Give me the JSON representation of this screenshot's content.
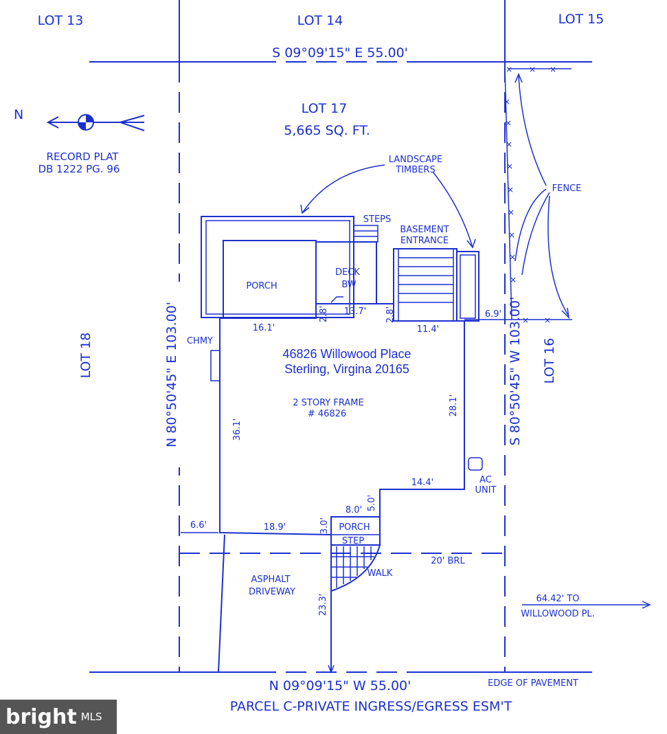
{
  "lots": {
    "lot13": "LOT 13",
    "lot14": "LOT 14",
    "lot15": "LOT 15",
    "lot17": "LOT 17",
    "lot17_area": "5,665 SQ. FT.",
    "lot18": "LOT 18",
    "lot16": "LOT 16"
  },
  "bearings": {
    "top": "S 09°09'15\" E 55.00'",
    "bottom": "N 09°09'15\" W 55.00'",
    "left": "N 80°50'45\" E 103.00'",
    "right": "S 80°50'45\" W 103.00'"
  },
  "north": {
    "label": "N",
    "record1": "RECORD PLAT",
    "record2": "DB 1222 PG. 96"
  },
  "labels": {
    "landscape1": "LANDSCAPE",
    "landscape2": "TIMBERS",
    "steps": "STEPS",
    "basement1": "BASEMENT",
    "basement2": "ENTRANCE",
    "fence": "FENCE",
    "porch": "PORCH",
    "deck": "DECK",
    "bw": "BW",
    "chmy": "CHMY",
    "address1": "46826 Willowood Place",
    "address2": "Sterling, Virgina 20165",
    "frame1": "2 STORY FRAME",
    "frame2": "# 46826",
    "ac1": "AC",
    "ac2": "UNIT",
    "porch2": "PORCH",
    "step": "STEP",
    "walk": "WALK",
    "brl": "20'  BRL",
    "asphalt1": "ASPHALT",
    "asphalt2": "DRIVEWAY",
    "to1": "64.42' TO",
    "to2": "WILLOWOOD PL.",
    "edge": "EDGE OF PAVEMENT",
    "parcel": "PARCEL C-PRIVATE INGRESS/EGRESS ESM'T"
  },
  "dims": {
    "d161": "16.1'",
    "d28a": "2.8'",
    "d137": "13.7'",
    "d28b": "2.8'",
    "d114": "11.4'",
    "d69": "6.9'",
    "d361": "36.1'",
    "d281": "28.1'",
    "d144": "14.4'",
    "d80": "8.0'",
    "d50": "5.0'",
    "d30": "3.0'",
    "d66": "6.6'",
    "d189": "18.9'",
    "d233": "23.3'"
  },
  "watermark": {
    "brand": "bright",
    "suffix": "MLS"
  },
  "colors": {
    "ink": "#1a2fd0"
  }
}
